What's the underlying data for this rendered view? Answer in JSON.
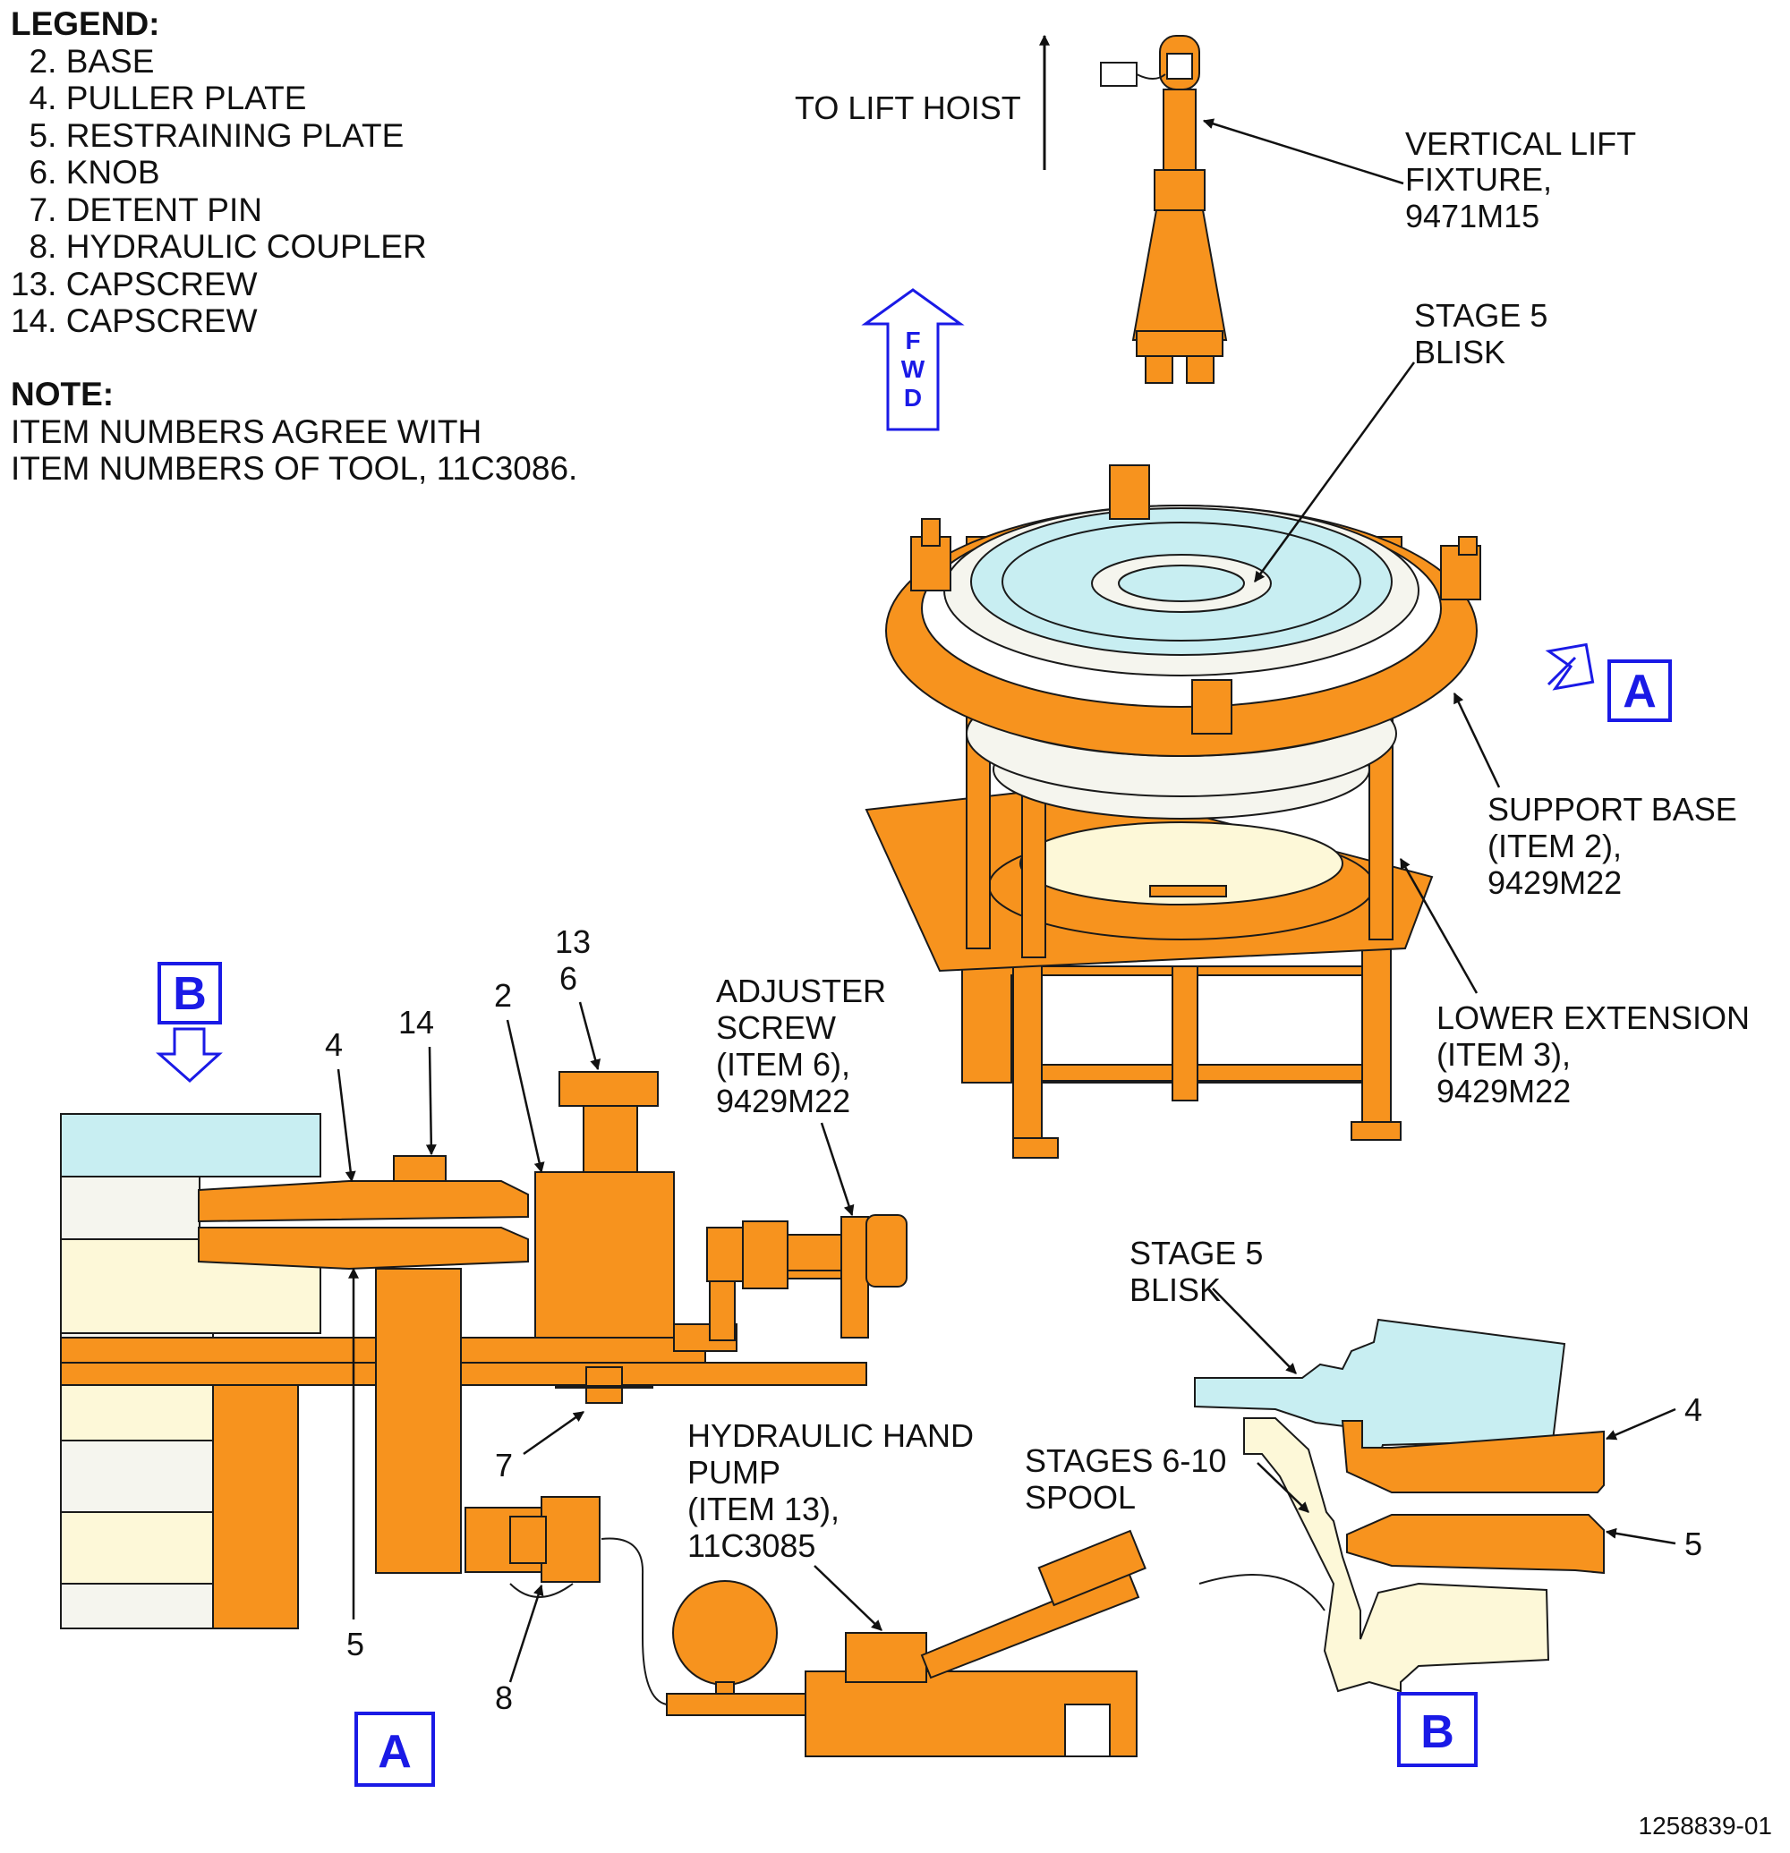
{
  "legend": {
    "heading": "LEGEND:",
    "items": [
      "  2. BASE",
      "  4. PULLER PLATE",
      "  5. RESTRAINING PLATE",
      "  6. KNOB",
      "  7. DETENT PIN",
      "  8. HYDRAULIC COUPLER",
      "13. CAPSCREW",
      "14. CAPSCREW"
    ]
  },
  "note": {
    "heading": "NOTE:",
    "lines": [
      "ITEM NUMBERS AGREE WITH",
      "ITEM NUMBERS OF TOOL, 11C3086."
    ]
  },
  "top": {
    "to_lift_hoist": "TO LIFT HOIST",
    "vertical_lift": [
      "VERTICAL LIFT",
      "FIXTURE,",
      "9471M15"
    ],
    "fwd_letters": [
      "F",
      "W",
      "D"
    ],
    "stage5_blisk": [
      "STAGE 5",
      "BLISK"
    ],
    "view_a_marker": "A",
    "support_base": [
      "SUPPORT BASE",
      "(ITEM 2),",
      "9429M22"
    ],
    "lower_extension": [
      "LOWER EXTENSION",
      "(ITEM 3),",
      "9429M22"
    ]
  },
  "detail_a": {
    "view_b_marker": "B",
    "callouts": {
      "c13": "13",
      "c6": "6",
      "c14": "14",
      "c2": "2",
      "c4": "4",
      "c5": "5",
      "c7": "7",
      "c8": "8"
    },
    "adjuster_screw": [
      "ADJUSTER",
      "SCREW",
      "(ITEM 6),",
      "9429M22"
    ],
    "hydraulic_pump": [
      "HYDRAULIC HAND",
      "PUMP",
      "(ITEM 13),",
      "11C3085"
    ],
    "view_label": "A"
  },
  "detail_b": {
    "stage5_blisk": [
      "STAGE 5",
      "BLISK"
    ],
    "spool": [
      "STAGES 6-10",
      "SPOOL"
    ],
    "c4": "4",
    "c5": "5",
    "view_label": "B"
  },
  "figure_number": "1258839-01",
  "colors": {
    "tool_orange": "#f7931e",
    "blisk_blue": "#c8eef2",
    "spool_cream": "#fdf8d8",
    "view_blue": "#1a1ae6",
    "outline": "#1a1a1a"
  }
}
